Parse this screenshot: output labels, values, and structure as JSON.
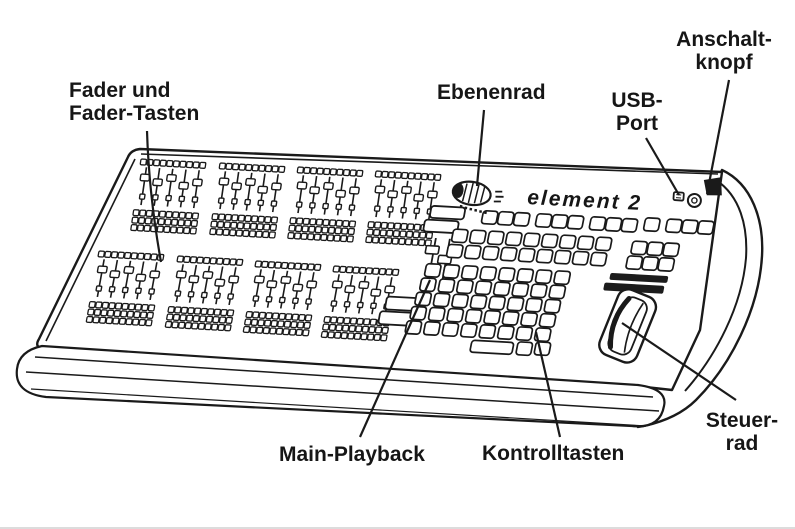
{
  "diagram": {
    "device": {
      "brand_text": "element 2"
    },
    "labels": [
      {
        "id": "fader",
        "lines": [
          "Fader und",
          "Fader-Tasten"
        ]
      },
      {
        "id": "ebenenrad",
        "lines": [
          "Ebenenrad"
        ]
      },
      {
        "id": "usb_port",
        "lines": [
          "USB-",
          "Port"
        ]
      },
      {
        "id": "anschaltknopf",
        "lines": [
          "Anschalt-",
          "knopf"
        ]
      },
      {
        "id": "main_playback",
        "lines": [
          "Main-Playback"
        ]
      },
      {
        "id": "kontrolltasten",
        "lines": [
          "Kontrolltasten"
        ]
      },
      {
        "id": "steuerrad",
        "lines": [
          "Steuer-",
          "rad"
        ]
      }
    ],
    "colors": {
      "ink": "#1a1a1a",
      "background": "#ffffff"
    }
  }
}
